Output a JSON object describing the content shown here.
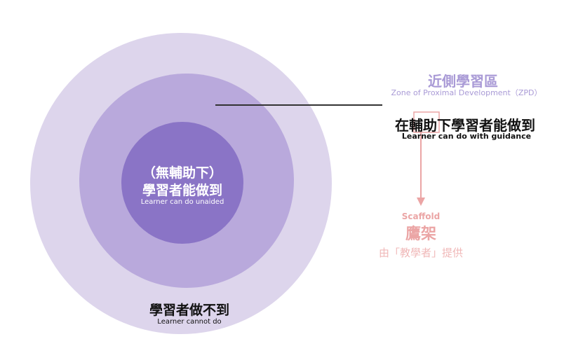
{
  "zpd": {
    "title": "近側學習區",
    "subtitle": "Zone of Proximal Development（ZPD）"
  },
  "guidance": {
    "pre": "在",
    "boxed": "輔助",
    "post": "下學習者能做到",
    "en": "Learner can do with guidance"
  },
  "unaided": {
    "line1": "（無輔助下）",
    "line2": "學習者能做到",
    "en": "Learner can do unaided"
  },
  "cannot": {
    "zh": "學習者做不到",
    "en": "Learner cannot do"
  },
  "scaffold": {
    "en": "Scaffold",
    "zh": "鷹架",
    "note": "由「教學者」提供"
  },
  "colors": {
    "outer": "#ddd5ec",
    "middle": "#b9a9dc",
    "inner": "#8a74c6",
    "zpd": "#a99ad6",
    "scaffold": "#eba5a5"
  }
}
